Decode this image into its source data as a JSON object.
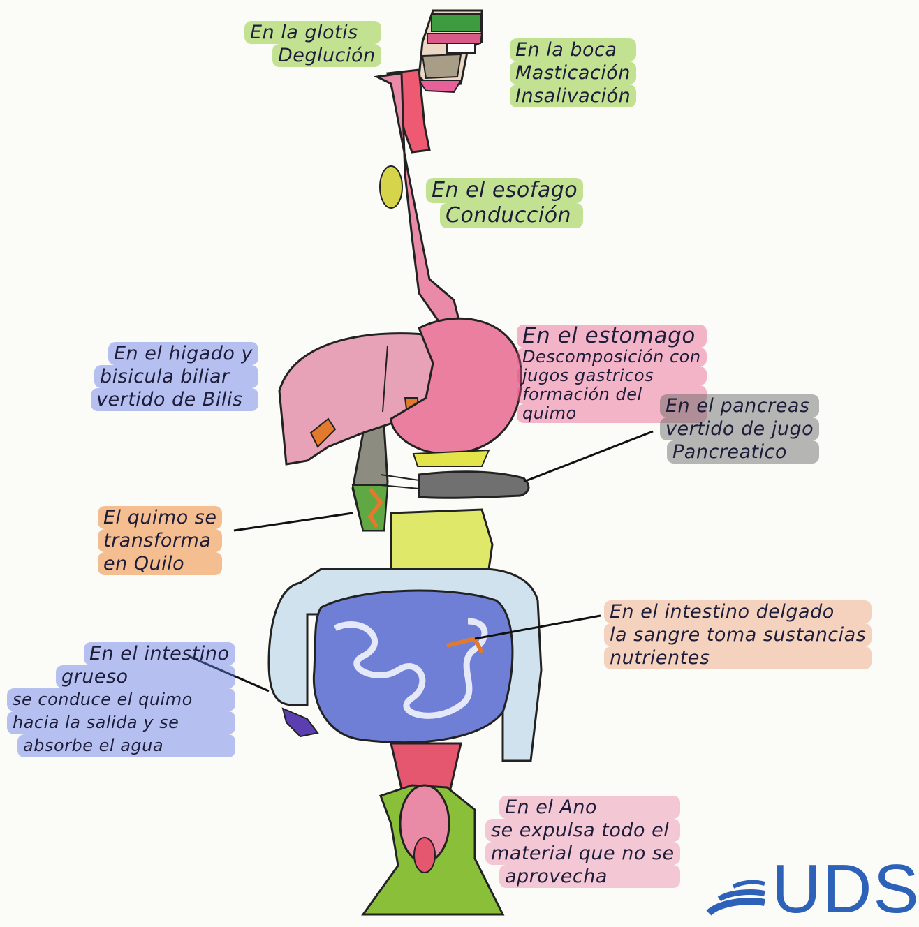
{
  "labels": {
    "glotis": [
      "En la glotis",
      "Deglución"
    ],
    "boca": [
      "En la boca",
      "Masticación",
      "Insalivación"
    ],
    "esofago": [
      "En el esofago",
      "Conducción"
    ],
    "higado": [
      "En el higado y",
      "bisicula biliar",
      "vertido de Bilis"
    ],
    "estomago": [
      "En el estomago",
      "Descomposición con",
      "jugos gastricos",
      "formación del",
      "quimo"
    ],
    "pancreas": [
      "En el pancreas",
      "vertido de jugo",
      "Pancreatico"
    ],
    "quimo": [
      "El quimo se",
      "transforma",
      "en Quilo"
    ],
    "intestino_delgado": [
      "En el intestino delgado",
      "la sangre toma sustancias",
      "nutrientes"
    ],
    "intestino_grueso": [
      "En el intestino",
      "grueso",
      "se conduce el quimo",
      "hacia la salida y se",
      "absorbe el agua"
    ],
    "ano": [
      "En el Ano",
      "se expulsa todo el",
      "material que no se",
      "aprovecha"
    ]
  },
  "logo": {
    "text": "UDS",
    "color": "#2d62b8"
  },
  "colors": {
    "esophagus": "#e98aa6",
    "stomach": "#ea7fa0",
    "liver": "#e7a2b8",
    "small_intestine": "#6f7fd6",
    "large_intestine": "#cfe2ee",
    "gallbladder": "#e8e24a",
    "pancreas": "#707070",
    "rectum": "#e5566f",
    "anus_green": "#8abf3a"
  }
}
